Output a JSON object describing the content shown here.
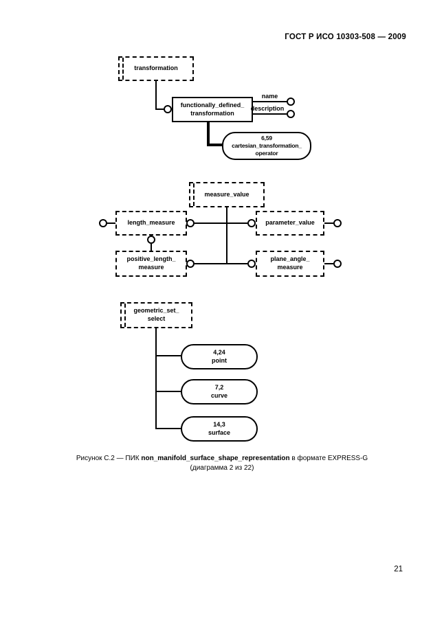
{
  "header": {
    "title": "ГОСТ Р ИСО 10303-508 — 2009"
  },
  "page_number": "21",
  "caption": {
    "prefix": "Рисунок С.2 — ПИК ",
    "bold": "non_manifold_surface_shape_representation",
    "suffix": " в формате EXPRESS-G",
    "line2": "(диаграмма 2 из 22)"
  },
  "diagram": {
    "type": "EXPRESS-G",
    "nodes": {
      "transformation": {
        "label": "transformation"
      },
      "fdt": {
        "line1": "functionally_defined_",
        "line2": "transformation"
      },
      "cto": {
        "ref": "6,59",
        "line1": "cartesian_transformation_",
        "line2": "operator"
      },
      "measure_value": {
        "label": "measure_value"
      },
      "length_measure": {
        "label": "length_measure"
      },
      "parameter_value": {
        "label": "parameter_value"
      },
      "positive_length_measure": {
        "line1": "positive_length_",
        "line2": "measure"
      },
      "plane_angle_measure": {
        "line1": "plane_angle_",
        "line2": "measure"
      },
      "geometric_set_select": {
        "line1": "geometric_set_",
        "line2": "select"
      },
      "point": {
        "ref": "4,24",
        "label": "point"
      },
      "curve": {
        "ref": "7,2",
        "label": "curve"
      },
      "surface": {
        "ref": "14,3",
        "label": "surface"
      }
    },
    "attributes": {
      "name": "name",
      "description": "description"
    }
  }
}
